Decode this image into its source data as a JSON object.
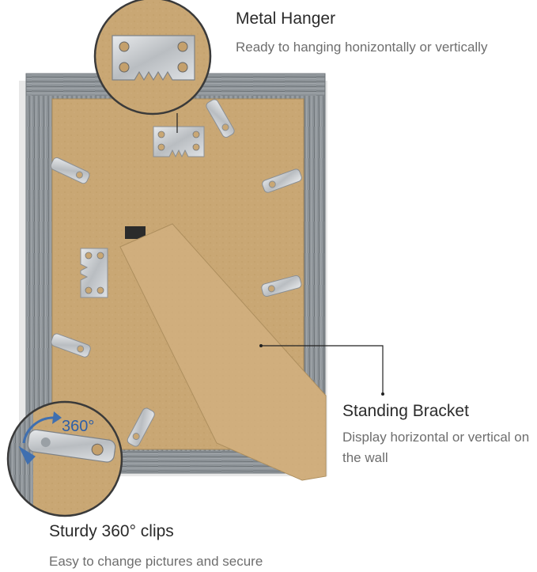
{
  "callouts": {
    "metal_hanger": {
      "title": "Metal Hanger",
      "description": "Ready to hanging honizontally or vertically"
    },
    "standing_bracket": {
      "title": "Standing Bracket",
      "description": "Display horizontal or vertical on the wall"
    },
    "clips": {
      "title": "Sturdy 360° clips",
      "description": "Easy to change pictures and secure",
      "rotation_label": "360°"
    }
  },
  "colors": {
    "frame_gray": "#8e9499",
    "backing_board": "#c9a774",
    "metal": "#c9ccd0",
    "rotation_arrow": "#3f6fb0"
  }
}
